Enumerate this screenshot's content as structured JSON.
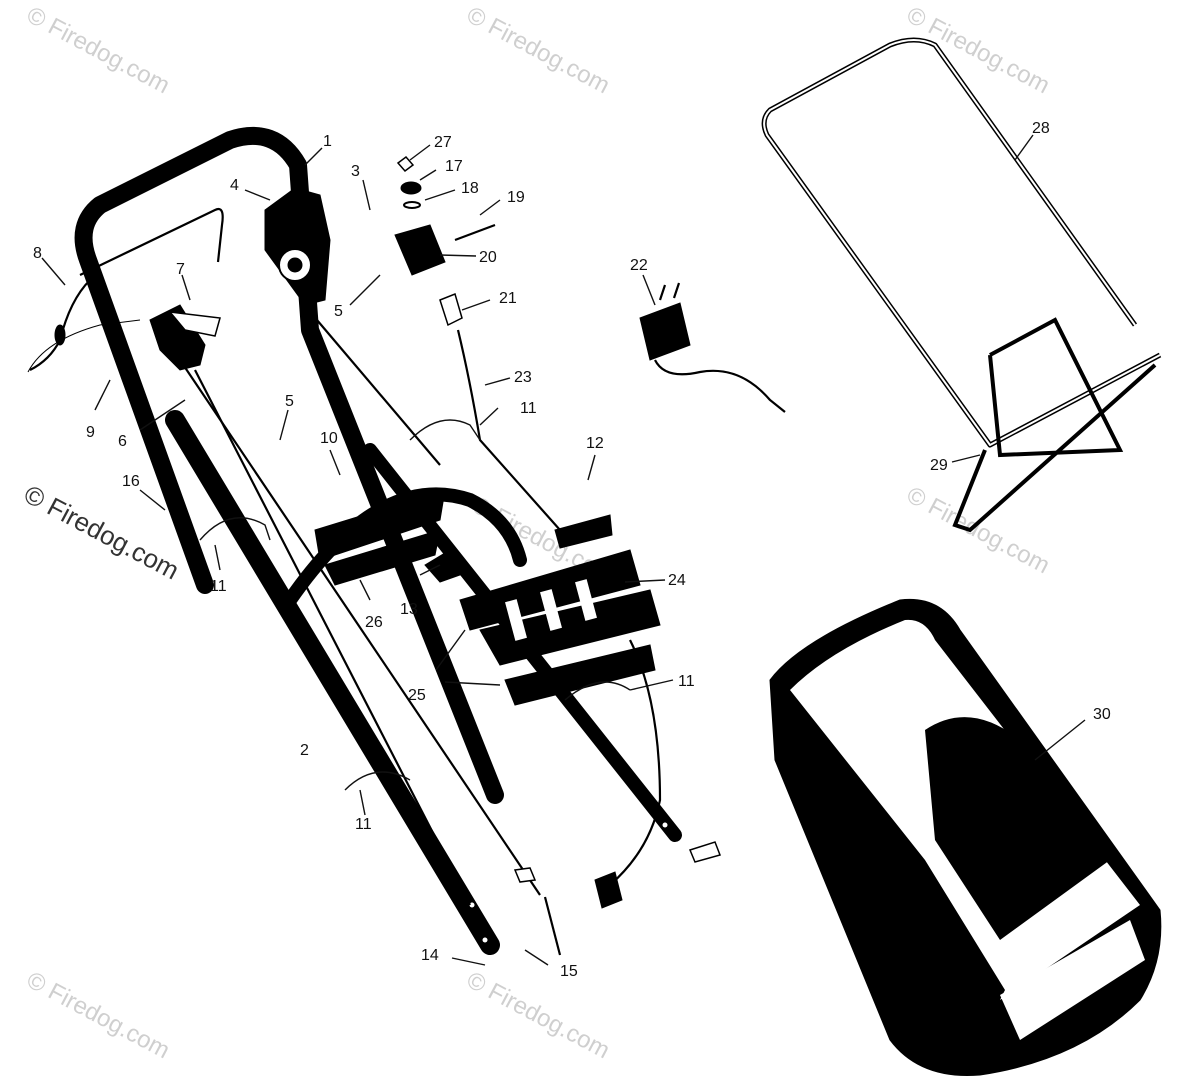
{
  "watermarks": [
    "© Firedog.com",
    "© Firedog.com",
    "© Firedog.com",
    "© Firedog.com",
    "© Firedog.com",
    "© Firedog.com",
    "© Firedog.com",
    "© Firedog.com"
  ],
  "callouts": [
    "1",
    "2",
    "3",
    "4",
    "5",
    "5",
    "6",
    "7",
    "8",
    "9",
    "10",
    "11",
    "11",
    "11",
    "11",
    "12",
    "13",
    "14",
    "15",
    "16",
    "17",
    "18",
    "19",
    "20",
    "21",
    "22",
    "23",
    "24",
    "25",
    "26",
    "27",
    "28",
    "29",
    "30"
  ],
  "colors": {
    "ink": "#000000",
    "paper": "#ffffff",
    "watermark": "#cfcfcf"
  }
}
